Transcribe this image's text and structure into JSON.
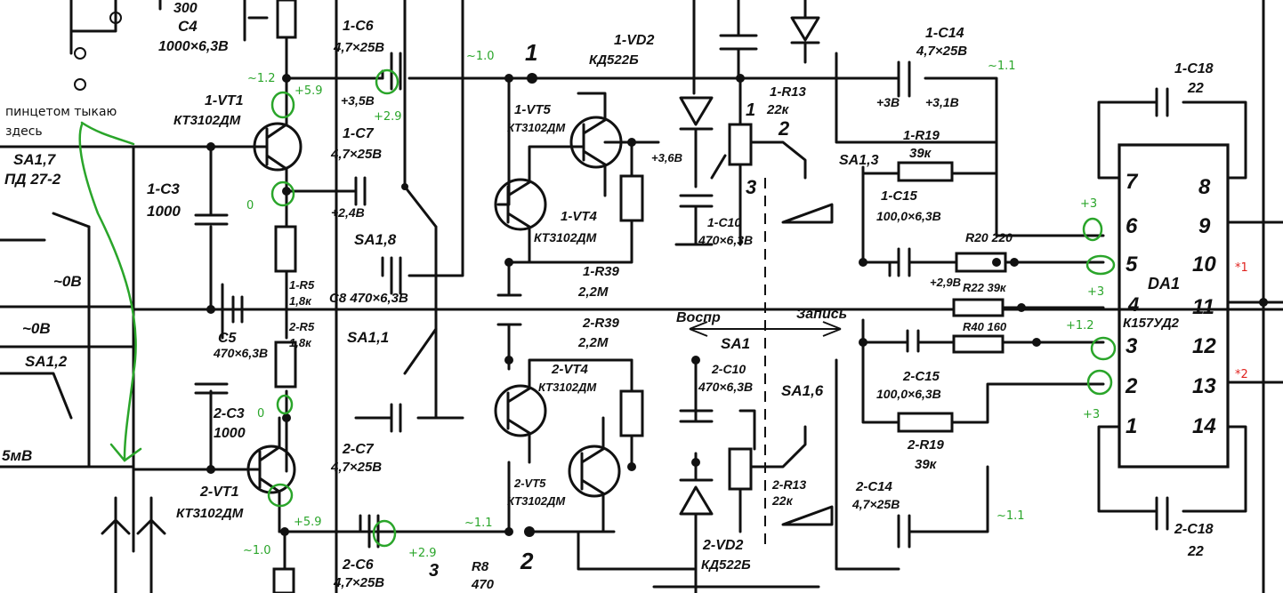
{
  "annotation": {
    "line1": "пинцетом тыкаю",
    "line2": "здесь"
  },
  "voltages_green": {
    "v_1_2": "~1.2",
    "v_5_9_top": "+5.9",
    "v_2_9_top": "+2.9",
    "v_0_top": "0",
    "v_1_0_top": "~1.0",
    "v_1_1_top": "~1.1",
    "v_0_bottom": "0",
    "v_5_9_bottom": "+5.9",
    "v_1_0_bottom": "~1.0",
    "v_1_1_mid": "~1.1",
    "v_2_9_bottom": "+2.9",
    "v_1_1_bottom": "~1.1",
    "pin6": "+3",
    "pin5": "+3",
    "pin3": "+1.2",
    "pin2": "+3"
  },
  "notes_red": {
    "n1": "*1",
    "n2": "*2"
  },
  "labels": {
    "sa17": "SA1,7",
    "pd272": "ПД 27-2",
    "c4": "C4",
    "c4v": "1000×6,3В",
    "v300": "300",
    "vt1": "1-VT1",
    "vt1m": "КТ3102ДМ",
    "c6": "1-C6",
    "c6v": "4,7×25В",
    "c7": "1-C7",
    "c7v": "4,7×25В",
    "c3": "1-C3",
    "c3v": "1000",
    "sa18": "SA1,8",
    "c8": "C8 470×6,3В",
    "r5a": "1-R5",
    "r5av": "1,8к",
    "r5b": "2-R5",
    "r5bv": "1,8к",
    "c5": "C5",
    "c5v": "470×6,3В",
    "sa11": "SA1,1",
    "c3b": "2-C3",
    "c3bv": "1000",
    "c7b": "2-C7",
    "c7bv": "4,7×25В",
    "vt1b": "2-VT1",
    "vt1bm": "КТ3102ДМ",
    "c6b": "2-C6",
    "c6bv": "4,7×25В",
    "r8": "R8",
    "r8v": "470",
    "vd2": "1-VD2",
    "vd2m": "КД522Б",
    "vt5": "1-VT5",
    "vt5m": "КТ3102ДМ",
    "vt4": "1-VT4",
    "vt4m": "КТ3102ДМ",
    "r39": "1-R39",
    "r39v": "2,2М",
    "r39b": "2-R39",
    "r39bv": "2,2М",
    "vt4b": "2-VT4",
    "vt4bm": "КТ3102ДМ",
    "vt5b": "2-VT5",
    "vt5bm": "КТ3102ДМ",
    "vd2b": "2-VD2",
    "vd2bm": "КД522Б",
    "r13": "1-R13",
    "r13v": "22к",
    "c10": "1-C10",
    "c10v": "470×6,3В",
    "c10b": "2-C10",
    "c10bv": "470×6,3В",
    "r13b": "2-R13",
    "r13bv": "22к",
    "vospr": "Воспр",
    "zapis": "Запись",
    "sa1": "SA1",
    "sa16": "SA1,6",
    "sa13": "SA1,3",
    "c14": "1-C14",
    "c14v": "4,7×25В",
    "r19": "1-R19",
    "r19v": "39к",
    "c15": "1-C15",
    "c15v": "100,0×6,3В",
    "r20": "R20 220",
    "r22": "R22 39к",
    "r40": "R40 160",
    "c15b": "2-C15",
    "c15bv": "100,0×6,3В",
    "r19b": "2-R19",
    "r19bv": "39к",
    "c14b": "2-C14",
    "c14bv": "4,7×25В",
    "c18": "1-C18",
    "c18v": "22",
    "c18b": "2-C18",
    "c18bv": "22",
    "da1": "DA1",
    "chip": "К157УД2",
    "sa12": "SA1,2",
    "zero_b": "~0В",
    "zero_a": "~0В",
    "mv": "5мВ",
    "node1": "1",
    "node2": "2",
    "node2b": "2",
    "node3": "3",
    "node3b": "3",
    "node1b": "1",
    "pin7": "7",
    "pin6": "6",
    "pin5": "5",
    "pin4": "4",
    "pin3": "3",
    "pin2": "2",
    "pin1": "1",
    "pin8": "8",
    "pin9": "9",
    "pin10": "10",
    "pin11": "11",
    "pin12": "12",
    "pin13": "13",
    "pin14": "14",
    "v_p3_a": "+3В",
    "v_p31": "+3,1В",
    "v_p35": "+3,5В",
    "v_p29": "+2,9В",
    "v_p36": "+3,6В",
    "v_p24": "+2,4В"
  }
}
